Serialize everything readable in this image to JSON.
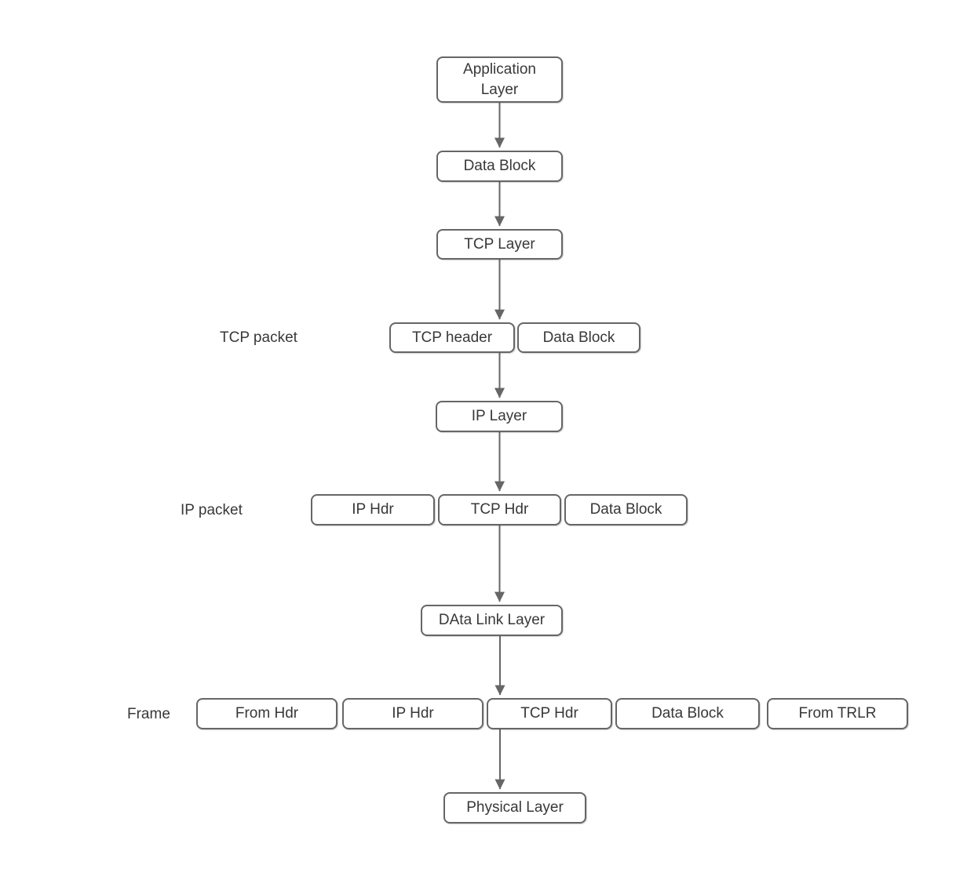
{
  "title": "TCP/IP encapsulation diagram",
  "colors": {
    "node_border": "#666666",
    "node_fill": "#ffffff",
    "text": "#383838",
    "arrow": "#666666",
    "background": "#ffffff"
  },
  "diagram": {
    "nodes": [
      {
        "id": "application-layer",
        "label": "Application Layer"
      },
      {
        "id": "data-block-1",
        "label": "Data Block"
      },
      {
        "id": "tcp-layer",
        "label": "TCP Layer"
      },
      {
        "id": "tcp-header",
        "label": "TCP header"
      },
      {
        "id": "data-block-2",
        "label": "Data Block"
      },
      {
        "id": "ip-layer",
        "label": "IP Layer"
      },
      {
        "id": "ip-hdr-1",
        "label": "IP Hdr"
      },
      {
        "id": "tcp-hdr-1",
        "label": "TCP Hdr"
      },
      {
        "id": "data-block-3",
        "label": "Data Block"
      },
      {
        "id": "data-link-layer",
        "label": "DAta Link Layer"
      },
      {
        "id": "from-hdr",
        "label": "From Hdr"
      },
      {
        "id": "ip-hdr-2",
        "label": "IP Hdr"
      },
      {
        "id": "tcp-hdr-2",
        "label": "TCP Hdr"
      },
      {
        "id": "data-block-4",
        "label": "Data Block"
      },
      {
        "id": "from-trlr",
        "label": "From TRLR"
      },
      {
        "id": "physical-layer",
        "label": "Physical Layer"
      }
    ],
    "row_labels": [
      {
        "id": "tcp-packet",
        "label": "TCP packet"
      },
      {
        "id": "ip-packet",
        "label": "IP packet"
      },
      {
        "id": "frame",
        "label": "Frame"
      }
    ],
    "edges": [
      {
        "from": "application-layer",
        "to": "data-block-1"
      },
      {
        "from": "data-block-1",
        "to": "tcp-layer"
      },
      {
        "from": "tcp-layer",
        "to": "tcp-header"
      },
      {
        "from": "tcp-header",
        "to": "ip-layer"
      },
      {
        "from": "ip-layer",
        "to": "tcp-hdr-1"
      },
      {
        "from": "tcp-hdr-1",
        "to": "data-link-layer"
      },
      {
        "from": "data-link-layer",
        "to": "tcp-hdr-2"
      },
      {
        "from": "tcp-hdr-2",
        "to": "physical-layer"
      }
    ]
  }
}
